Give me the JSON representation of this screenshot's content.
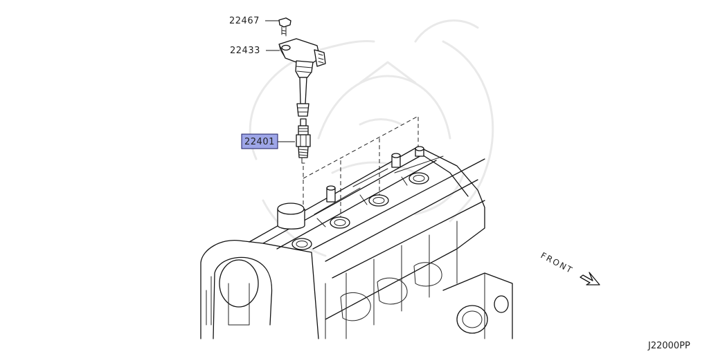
{
  "callouts": [
    {
      "id": "22467",
      "label": "22467",
      "highlighted": false
    },
    {
      "id": "22433",
      "label": "22433",
      "highlighted": false
    },
    {
      "id": "22401",
      "label": "22401",
      "highlighted": true
    }
  ],
  "direction_label": "FRONT",
  "diagram_code": "J22000PP",
  "colors": {
    "highlight_fill": "#9ea6e8",
    "highlight_stroke": "#1a1a60",
    "line": "#111111",
    "watermark": "#e9e9e9"
  }
}
